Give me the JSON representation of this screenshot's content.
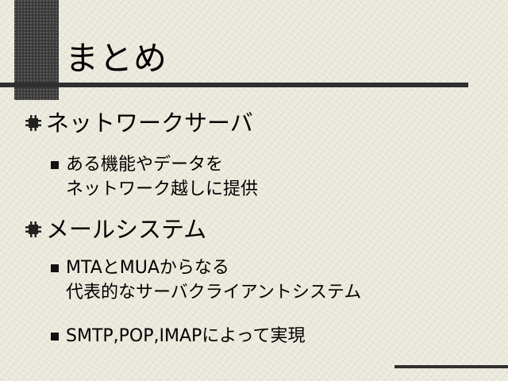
{
  "slide": {
    "title": "まとめ",
    "items": [
      {
        "text": "ネットワークサーバ",
        "subitems": [
          {
            "lines": [
              "ある機能やデータを",
              "ネットワーク越しに提供"
            ]
          }
        ]
      },
      {
        "text": "メールシステム",
        "subitems": [
          {
            "lines": [
              "MTAとMUAからなる",
              "代表的なサーバクライアントシステム"
            ]
          },
          {
            "lines": [
              "SMTP,POP,IMAPによって実現"
            ]
          }
        ]
      }
    ]
  },
  "colors": {
    "background": "#ebe9dc",
    "accent_dark": "#2f2f2f",
    "text": "#000000"
  },
  "icons": {
    "level1_bullet": "hash-square-bullet-icon",
    "level2_bullet": "square-bullet-icon"
  }
}
